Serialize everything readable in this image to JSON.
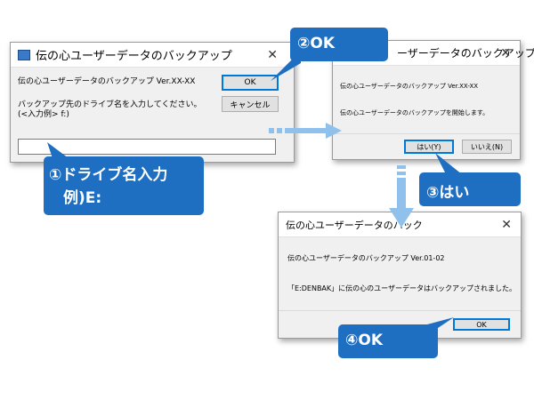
{
  "dialog1": {
    "title": "伝の心ユーザーデータのバックアップ",
    "text_line1": "伝の心ユーザーデータのバックアップ Ver.XX-XX",
    "text_line2": "バックアップ先のドライブ名を入力してください。",
    "text_line3": "(<入力例> f:)",
    "ok_label": "OK",
    "cancel_label": "キャンセル",
    "input_value": ""
  },
  "dialog2": {
    "title": "ーザーデータのバックアップ",
    "text_line1": "伝の心ユーザーデータのバックアップ Ver.XX-XX",
    "text_line2": "伝の心ユーザーデータのバックアップを開始します。",
    "yes_label": "はい(Y)",
    "no_label": "いいえ(N)"
  },
  "dialog3": {
    "title": "伝の心ユーザーデータのバック",
    "text_line1": "伝の心ユーザーデータのバックアップ Ver.01-02",
    "text_line2": "「E:DENBAK」に伝の心のユーザーデータはバックアップされました。",
    "ok_label": "OK"
  },
  "callouts": {
    "step1_line1": "①ドライブ名入力",
    "step1_line2": "例)E:",
    "step2": "②OK",
    "step3": "③はい",
    "step4": "④OK"
  },
  "colors": {
    "callout": "#1e6fc2",
    "arrow": "#8fc1ec",
    "focus_border": "#0078d7"
  }
}
